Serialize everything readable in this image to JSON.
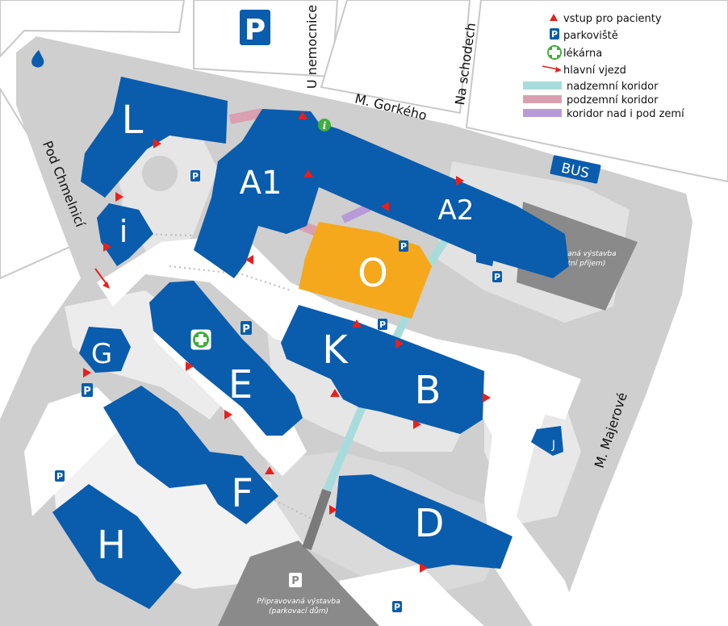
{
  "colors": {
    "building": "#0a5cad",
    "hospital_o": "#f5a81c",
    "road": "#c8c8c8",
    "road_light": "#dcdcdc",
    "construction": "#8a8a8a",
    "entrance": "#e8201c",
    "corridor_above": "#a8dcdc",
    "corridor_below": "#d8a0b0",
    "corridor_both": "#b89ad8"
  },
  "buildings": {
    "L": "L",
    "A1": "A1",
    "A2": "A2",
    "I": "i",
    "O": "O",
    "K": "K",
    "B": "B",
    "G": "G",
    "E": "E",
    "F": "F",
    "D": "D",
    "H": "H",
    "J": "J"
  },
  "streets": {
    "gorkeho": "M. Gorkého",
    "u_nemocnice": "U nemocnice",
    "na_schodech": "Na schodech",
    "pod_chmelnici": "Pod Chmelnicí",
    "majerove": "M. Majerové"
  },
  "signs": {
    "bus": "BUS",
    "parking": "P",
    "info": "i"
  },
  "notes": {
    "construction_1_line1": "Připravovaná výstavba",
    "construction_1_line2": "(urgentní příjem)",
    "construction_2_line1": "Připravovaná výstavba",
    "construction_2_line2": "(parkovací dům)"
  },
  "legend": {
    "entrance": "vstup pro pacienty",
    "parking": "parkoviště",
    "pharmacy": "lékárna",
    "main_entry": "hlavní vjezd",
    "corridor_above": "nadzemní koridor",
    "corridor_below": "podzemní koridor",
    "corridor_both": "koridor nad i pod zemí"
  }
}
